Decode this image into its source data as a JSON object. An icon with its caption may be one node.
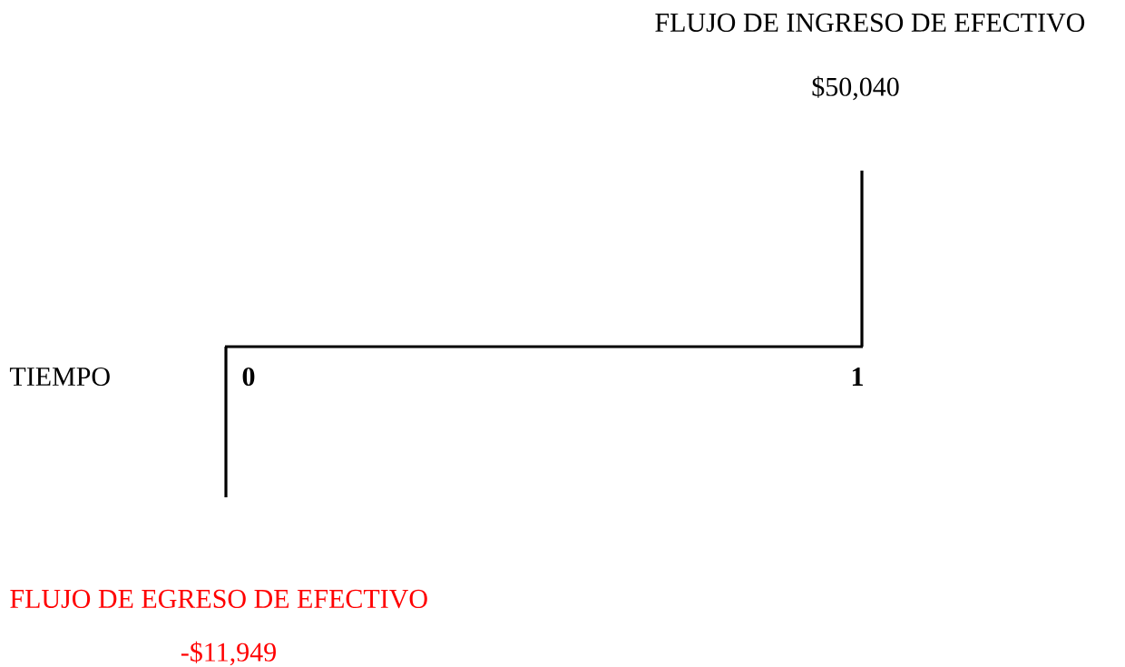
{
  "diagram": {
    "labels": [
      "FLUJO DE INGRESO DE EFECTIVO",
      "$50,040",
      "TIEMPO",
      "0",
      "1",
      "FLUJO DE EGRESO DE EFECTIVO",
      "-$11,949"
    ]
  }
}
